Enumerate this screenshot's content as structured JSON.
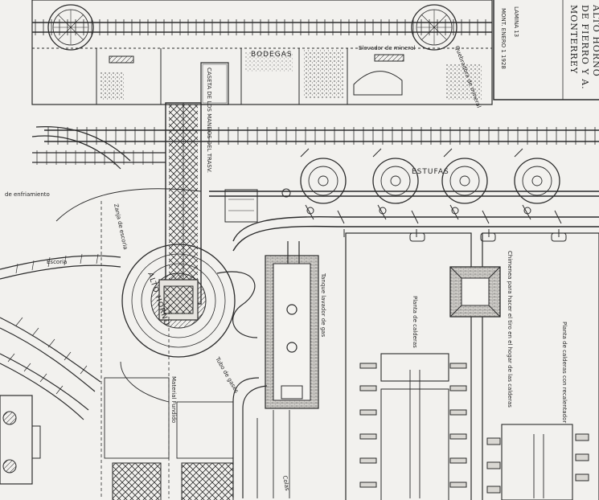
{
  "title_block": {
    "line_1": "ALTO HORNO",
    "line_2": "DE FIERRO Y A.",
    "line_3": "MONTERREY",
    "sheet": "LAMINA 13",
    "date": "MONT. ENERO 1 1928"
  },
  "labels": {
    "bodegas": "BODEGAS",
    "elevador_de_mineral": "Elevador de mineral",
    "quebradora_de_mineral": "Quebradora de mineral",
    "caseta": "CASETA DE LOS MANDOS DEL TRASV.",
    "estufas": "ESTUFAS",
    "de_enfriamiento": "de enfriamiento",
    "escoria": "Escoria",
    "zanja_de_escoria": "Zanja de escoria",
    "alto_horno": "ALTO HORNO",
    "tanque_lavador_de_gas": "Tanque lavador de gas",
    "planta_de_calderas": "Planta de calderas",
    "chimenea": "Chimenea para hacer el tiro en el hogar de las calderas",
    "planta_de_calderas_con_recalentador": "Planta de calderas con recalentador",
    "material_fundido": "Material Fundido",
    "tubo_de_gases": "Tubo de gases",
    "colas": "Colas"
  },
  "colors": {
    "paper": "#f2f1ee",
    "ink": "#2b2b2b"
  }
}
